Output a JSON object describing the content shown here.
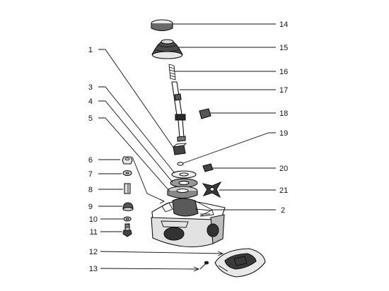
{
  "callouts": [
    {
      "id": "1",
      "text": "1"
    },
    {
      "id": "2",
      "text": "2"
    },
    {
      "id": "3",
      "text": "3"
    },
    {
      "id": "4",
      "text": "4"
    },
    {
      "id": "5",
      "text": "5"
    },
    {
      "id": "6",
      "text": "6"
    },
    {
      "id": "7",
      "text": "7"
    },
    {
      "id": "8",
      "text": "8"
    },
    {
      "id": "9",
      "text": "9"
    },
    {
      "id": "10",
      "text": "10"
    },
    {
      "id": "11",
      "text": "11"
    },
    {
      "id": "12",
      "text": "12"
    },
    {
      "id": "13",
      "text": "13"
    },
    {
      "id": "14",
      "text": "14"
    },
    {
      "id": "15",
      "text": "15"
    },
    {
      "id": "16",
      "text": "16"
    },
    {
      "id": "17",
      "text": "17"
    },
    {
      "id": "18",
      "text": "18"
    },
    {
      "id": "19",
      "text": "19"
    },
    {
      "id": "20",
      "text": "20"
    },
    {
      "id": "21",
      "text": "21"
    }
  ],
  "colors": {
    "ink": "#111111",
    "background": "#ffffff",
    "shade": "#3a3a3a"
  }
}
